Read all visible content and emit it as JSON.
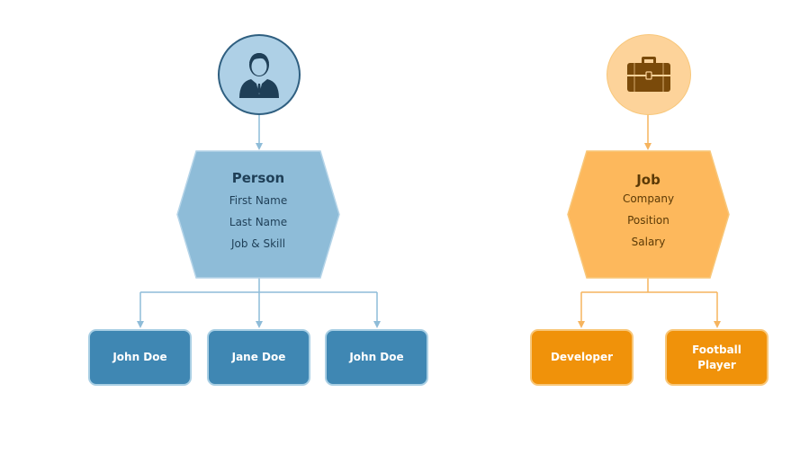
{
  "colors": {
    "person_circle": "#aed0e6",
    "person_hex": "#8ebcd8",
    "person_leaf": "#3f87b3",
    "person_line": "#8ebcd8",
    "person_text": "#1f3f57",
    "job_circle": "#fdd39a",
    "job_hex": "#fdb85c",
    "job_leaf": "#f0920a",
    "job_line": "#f6b45e",
    "job_text": "#5c3a06"
  },
  "person": {
    "icon": "person-icon",
    "title": "Person",
    "fields": [
      "First Name",
      "Last Name",
      "Job & Skill"
    ],
    "children": [
      "John Doe",
      "Jane Doe",
      "John Doe"
    ]
  },
  "job": {
    "icon": "briefcase-icon",
    "title": "Job",
    "fields": [
      "Company",
      "Position",
      "Salary"
    ],
    "children": [
      {
        "line1": "Developer",
        "line2": ""
      },
      {
        "line1": "Football",
        "line2": "Player"
      }
    ]
  }
}
